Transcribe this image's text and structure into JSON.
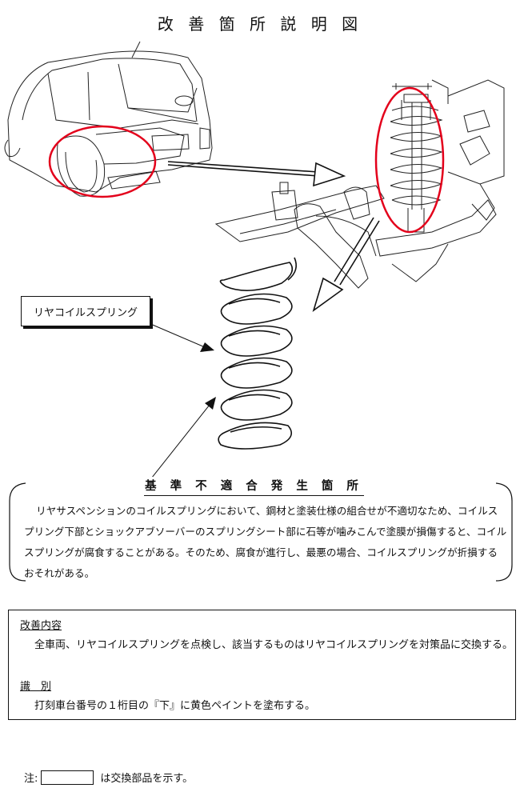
{
  "title": "改 善 箇 所 説 明 図",
  "callout": {
    "label": "リヤコイルスプリング"
  },
  "defect": {
    "heading": "基 準 不 適 合 発 生 箇 所",
    "body": "リヤサスペンションのコイルスプリングにおいて、鋼材と塗装仕様の組合せが不適切なため、コイルスプリング下部とショックアブソーバーのスプリングシート部に石等が噛みこんで塗膜が損傷すると、コイルスプリングが腐食することがある。そのため、腐食が進行し、最悪の場合、コイルスプリングが折損するおそれがある。"
  },
  "measures": {
    "label1": "改善内容",
    "text1": "全車両、リヤコイルスプリングを点検し、該当するものはリヤコイルスプリングを対策品に交換する。",
    "label2": "識　別",
    "text2": "打刻車台番号の１桁目の『下』に黄色ペイントを塗布する。"
  },
  "note": {
    "prefix": "注:",
    "suffix": "は交換部品を示す。"
  },
  "colors": {
    "highlight": "#e3001b",
    "line": "#111111"
  }
}
